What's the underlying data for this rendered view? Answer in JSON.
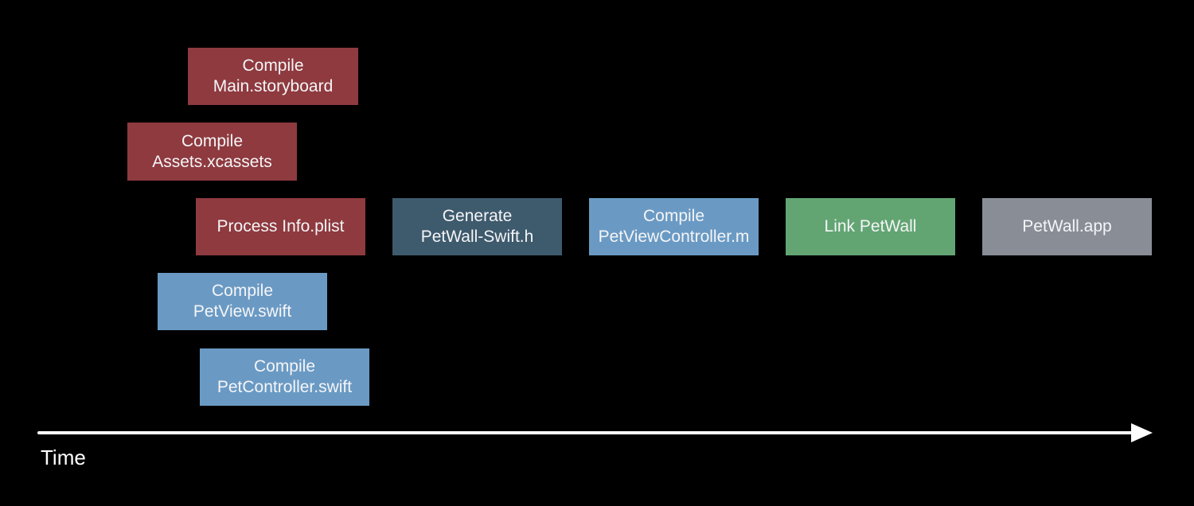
{
  "slide": {
    "background": "#000000",
    "text_color": "#f5f5f7"
  },
  "palette": {
    "actool_red": "#8e3a3f",
    "slate_blue": "#3e5a6d",
    "compile_blue": "#6a9ac4",
    "link_green": "#62a573",
    "product_gray": "#898d96",
    "axis_white": "#ffffff"
  },
  "tasks": [
    {
      "id": "compile-main-storyboard",
      "label": "Compile\nMain.storyboard",
      "color": "#8e3a3f"
    },
    {
      "id": "compile-assets-xcassets",
      "label": "Compile\nAssets.xcassets",
      "color": "#8e3a3f"
    },
    {
      "id": "process-info-plist",
      "label": "Process Info.plist",
      "color": "#8e3a3f"
    },
    {
      "id": "generate-petwall-swift-h",
      "label": "Generate\nPetWall-Swift.h",
      "color": "#3e5a6d"
    },
    {
      "id": "compile-petviewcontroller-m",
      "label": "Compile\nPetViewController.m",
      "color": "#6a9ac4"
    },
    {
      "id": "link-petwall",
      "label": "Link PetWall",
      "color": "#62a573"
    },
    {
      "id": "petwall-app",
      "label": "PetWall.app",
      "color": "#898d96"
    },
    {
      "id": "compile-petview-swift",
      "label": "Compile\nPetView.swift",
      "color": "#6a9ac4"
    },
    {
      "id": "compile-petcontroller-swift",
      "label": "Compile\nPetController.swift",
      "color": "#6a9ac4"
    }
  ],
  "axis": {
    "label": "Time"
  }
}
